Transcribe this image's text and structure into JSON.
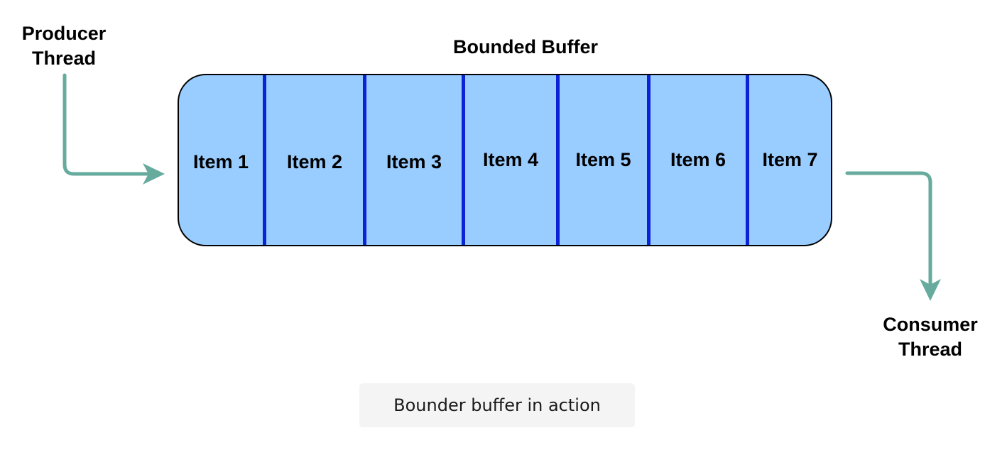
{
  "producer": {
    "line1": "Producer",
    "line2": "Thread"
  },
  "consumer": {
    "line1": "Consumer",
    "line2": "Thread"
  },
  "buffer": {
    "title": "Bounded Buffer",
    "items": [
      "Item 1",
      "Item 2",
      "Item 3",
      "Item 4",
      "Item 5",
      "Item 6",
      "Item 7"
    ]
  },
  "caption": "Bounder buffer in action",
  "colors": {
    "buffer_fill": "#99ccff",
    "divider": "#0b22d6",
    "arrow": "#67ab9f",
    "caption_bg": "#f4f4f4"
  }
}
